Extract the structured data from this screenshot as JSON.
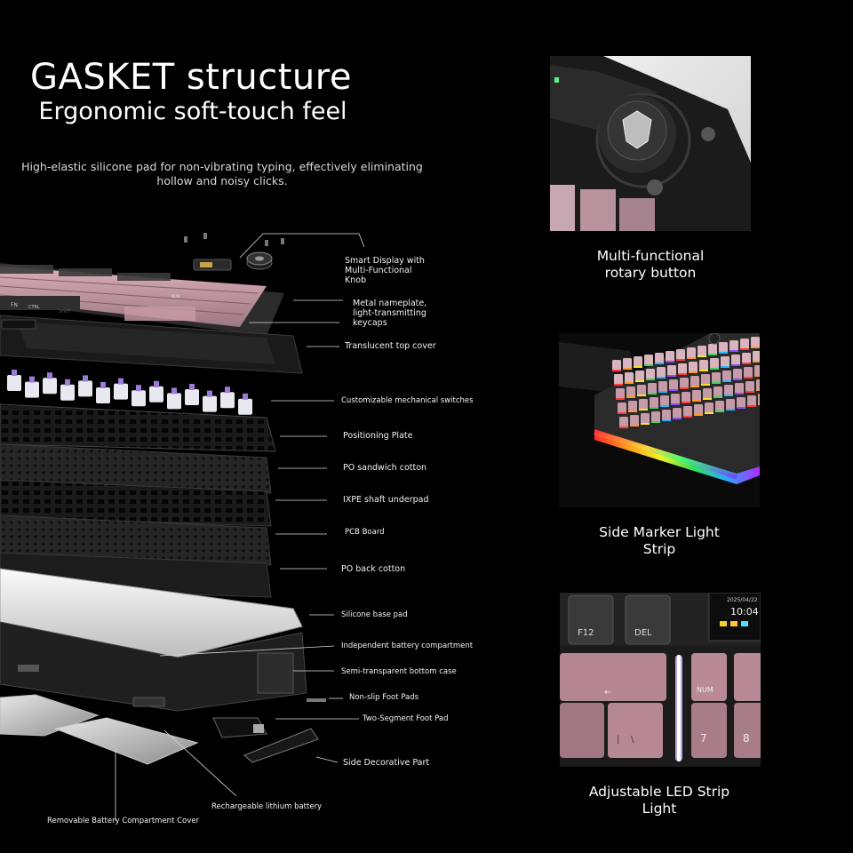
{
  "header": {
    "title": "GASKET structure",
    "subtitle": "Ergonomic soft-touch feel",
    "description_line1": "High-elastic silicone pad for non-vibrating typing, effectively eliminating",
    "description_line2": "hollow and noisy clicks."
  },
  "callouts": {
    "smart_display": [
      "Smart Display with",
      "Multi-Functional",
      "Knob"
    ],
    "nameplate": [
      "Metal nameplate,",
      "light-transmitting",
      "keycaps"
    ],
    "top_cover": "Translucent top cover",
    "switches": "Customizable mechanical switches",
    "plate": "Positioning Plate",
    "po_sandwich": "PO sandwich cotton",
    "ixpe": "IXPE shaft underpad",
    "pcb": "PCB Board",
    "po_back": "PO back cotton",
    "silicone": "Silicone base pad",
    "battery_comp": "Independent battery compartment",
    "bottom_case": "Semi-transparent bottom case",
    "foot_pads": "Non-slip Foot Pads",
    "two_seg": "Two-Segment Foot Pad",
    "side_deco": "Side Decorative Part",
    "lithium": "Rechargeable lithium battery",
    "battery_cover": "Removable Battery Compartment Cover"
  },
  "keycap_legends": {
    "fn": "FN",
    "ctrl": "CTRL",
    "shift": "SHIFT",
    "num": "NUM",
    "f12": "F12",
    "del": "DEL",
    "numkey": "NUM",
    "seven": "7",
    "eight": "8",
    "backslash": "\\",
    "pipe": "|"
  },
  "screen": {
    "date": "2025/04/22",
    "time": "10:04"
  },
  "panels": [
    {
      "caption_line1": "Multi-functional",
      "caption_line2": "rotary button"
    },
    {
      "caption_line1": "Side Marker Light",
      "caption_line2": "Strip"
    },
    {
      "caption_line1": "Adjustable LED Strip",
      "caption_line2": "Light"
    }
  ]
}
